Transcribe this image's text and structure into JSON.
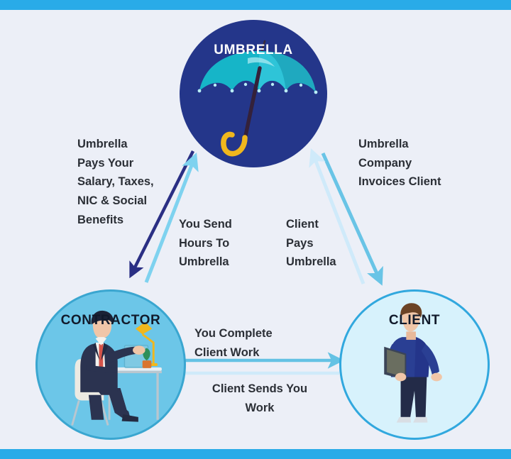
{
  "diagram": {
    "type": "flow-cycle",
    "background_color": "#eceff7",
    "accent_bar_color": "#29abe8",
    "nodes": [
      {
        "id": "umbrella",
        "label": "UMBRELLA",
        "icon": "umbrella-icon",
        "fill": "#24368a",
        "text_color": "#ffffff"
      },
      {
        "id": "contractor",
        "label": "CONTRACTOR",
        "icon": "contractor-at-desk-icon",
        "fill": "#6cc6e8",
        "text_color": "#111a2b"
      },
      {
        "id": "client",
        "label": "CLIENT",
        "icon": "client-person-icon",
        "fill": "#d7f2fc",
        "text_color": "#111a2b"
      }
    ],
    "edges": [
      {
        "id": "umbrella-pays-contractor",
        "from": "umbrella",
        "to": "contractor",
        "label": "Umbrella Pays Your Salary, Taxes, NIC & Social Benefits",
        "color": "#2a2f84"
      },
      {
        "id": "contractor-sends-hours",
        "from": "contractor",
        "to": "umbrella",
        "label": "You Send Hours To Umbrella",
        "color": "#7ed2ef"
      },
      {
        "id": "umbrella-invoices-client",
        "from": "umbrella",
        "to": "client",
        "label": "Umbrella Company Invoices Client",
        "color": "#69c4e6"
      },
      {
        "id": "client-pays-umbrella",
        "from": "client",
        "to": "umbrella",
        "label": "Client Pays Umbrella",
        "color": "#cfeafa"
      },
      {
        "id": "contractor-completes-work",
        "from": "contractor",
        "to": "client",
        "label": "You Complete Client Work",
        "color": "#64c2e4"
      },
      {
        "id": "client-sends-work",
        "from": "client",
        "to": "contractor",
        "label": "Client Sends You Work",
        "color": "#cfeafa"
      }
    ]
  },
  "labels": {
    "umbrella_pays": "Umbrella\nPays Your\nSalary, Taxes,\nNIC & Social\nBenefits",
    "you_send_hours": "You Send\nHours To\nUmbrella",
    "client_pays": "Client\nPays\nUmbrella",
    "umbrella_invoices": "Umbrella\nCompany\nInvoices Client",
    "you_complete": "You Complete\nClient Work",
    "client_sends": "Client Sends You\nWork"
  }
}
